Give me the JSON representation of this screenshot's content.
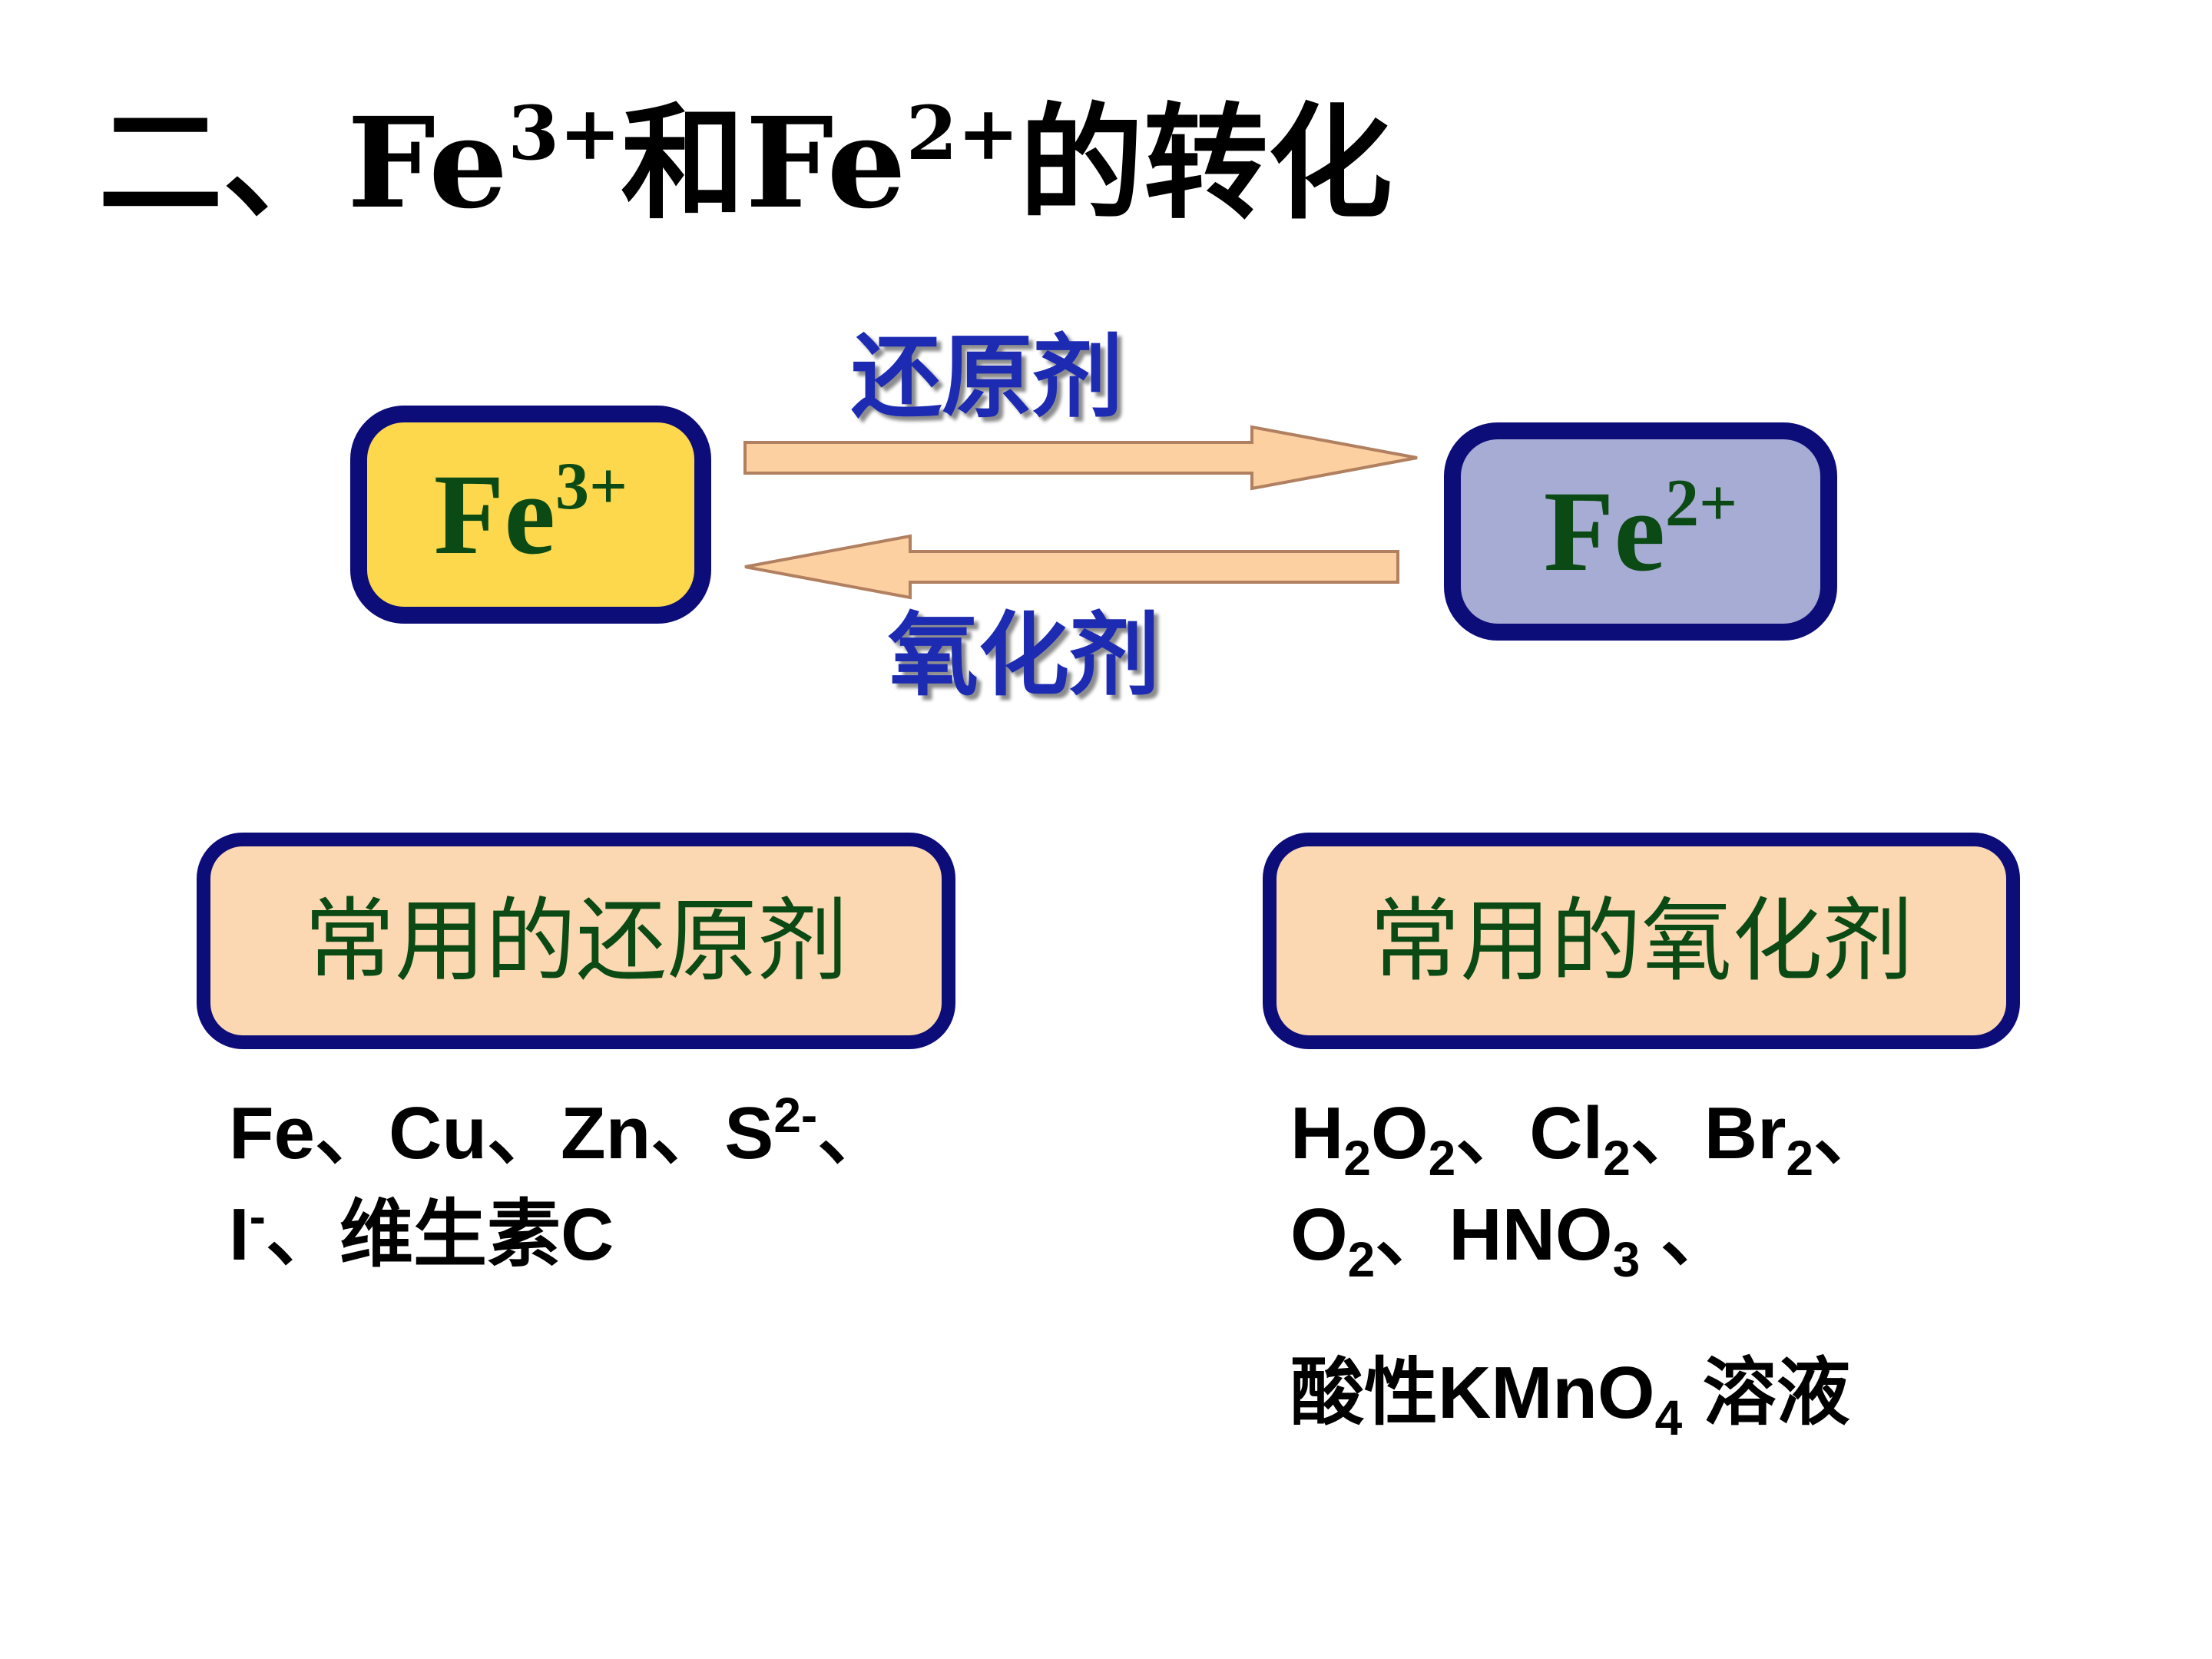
{
  "title": {
    "prefix": "二、Fe",
    "ion1_charge": "3+",
    "middle": "和Fe",
    "ion2_charge": "2+",
    "suffix": "的转化"
  },
  "diagram": {
    "left_ion": {
      "symbol": "Fe",
      "charge": "3+",
      "fill": "#fdd84c"
    },
    "right_ion": {
      "symbol": "Fe",
      "charge": "2+",
      "fill": "#a7acd4"
    },
    "forward_label": "还原剂",
    "backward_label": "氧化剂",
    "arrow_fill": "#fcd0a0",
    "arrow_stroke": "#b08060"
  },
  "reducers": {
    "heading": "常用的还原剂",
    "line1": {
      "fe": "Fe",
      "sep1": "、",
      "cu": "Cu",
      "sep2": "、",
      "zn": "Zn",
      "sep3": "、",
      "s": "S",
      "s_charge": "2-",
      "sep4": "、"
    },
    "line2": {
      "i": "I",
      "i_charge": "-",
      "rest": "、维生素C"
    }
  },
  "oxidizers": {
    "heading": "常用的氧化剂",
    "line1": {
      "h": "H",
      "h_sub": "2",
      "o": "O",
      "o_sub": "2",
      "sep1": "、",
      "cl": "Cl",
      "cl_sub": "2",
      "sep2": "、",
      "br": "Br",
      "br_sub": "2",
      "sep3": "、"
    },
    "line2": {
      "o": "O",
      "o_sub": "2",
      "sep1": "、",
      "hno": "HNO",
      "hno_sub": "3",
      "sep2": " 、"
    },
    "line3": {
      "pre": "酸性KMnO",
      "sub": "4",
      "post": " 溶液"
    }
  },
  "colors": {
    "border": "#0d0d7a",
    "ion_text": "#0b4a14",
    "label_text": "#1c2bb2",
    "category_fill": "#fcd8b2"
  }
}
